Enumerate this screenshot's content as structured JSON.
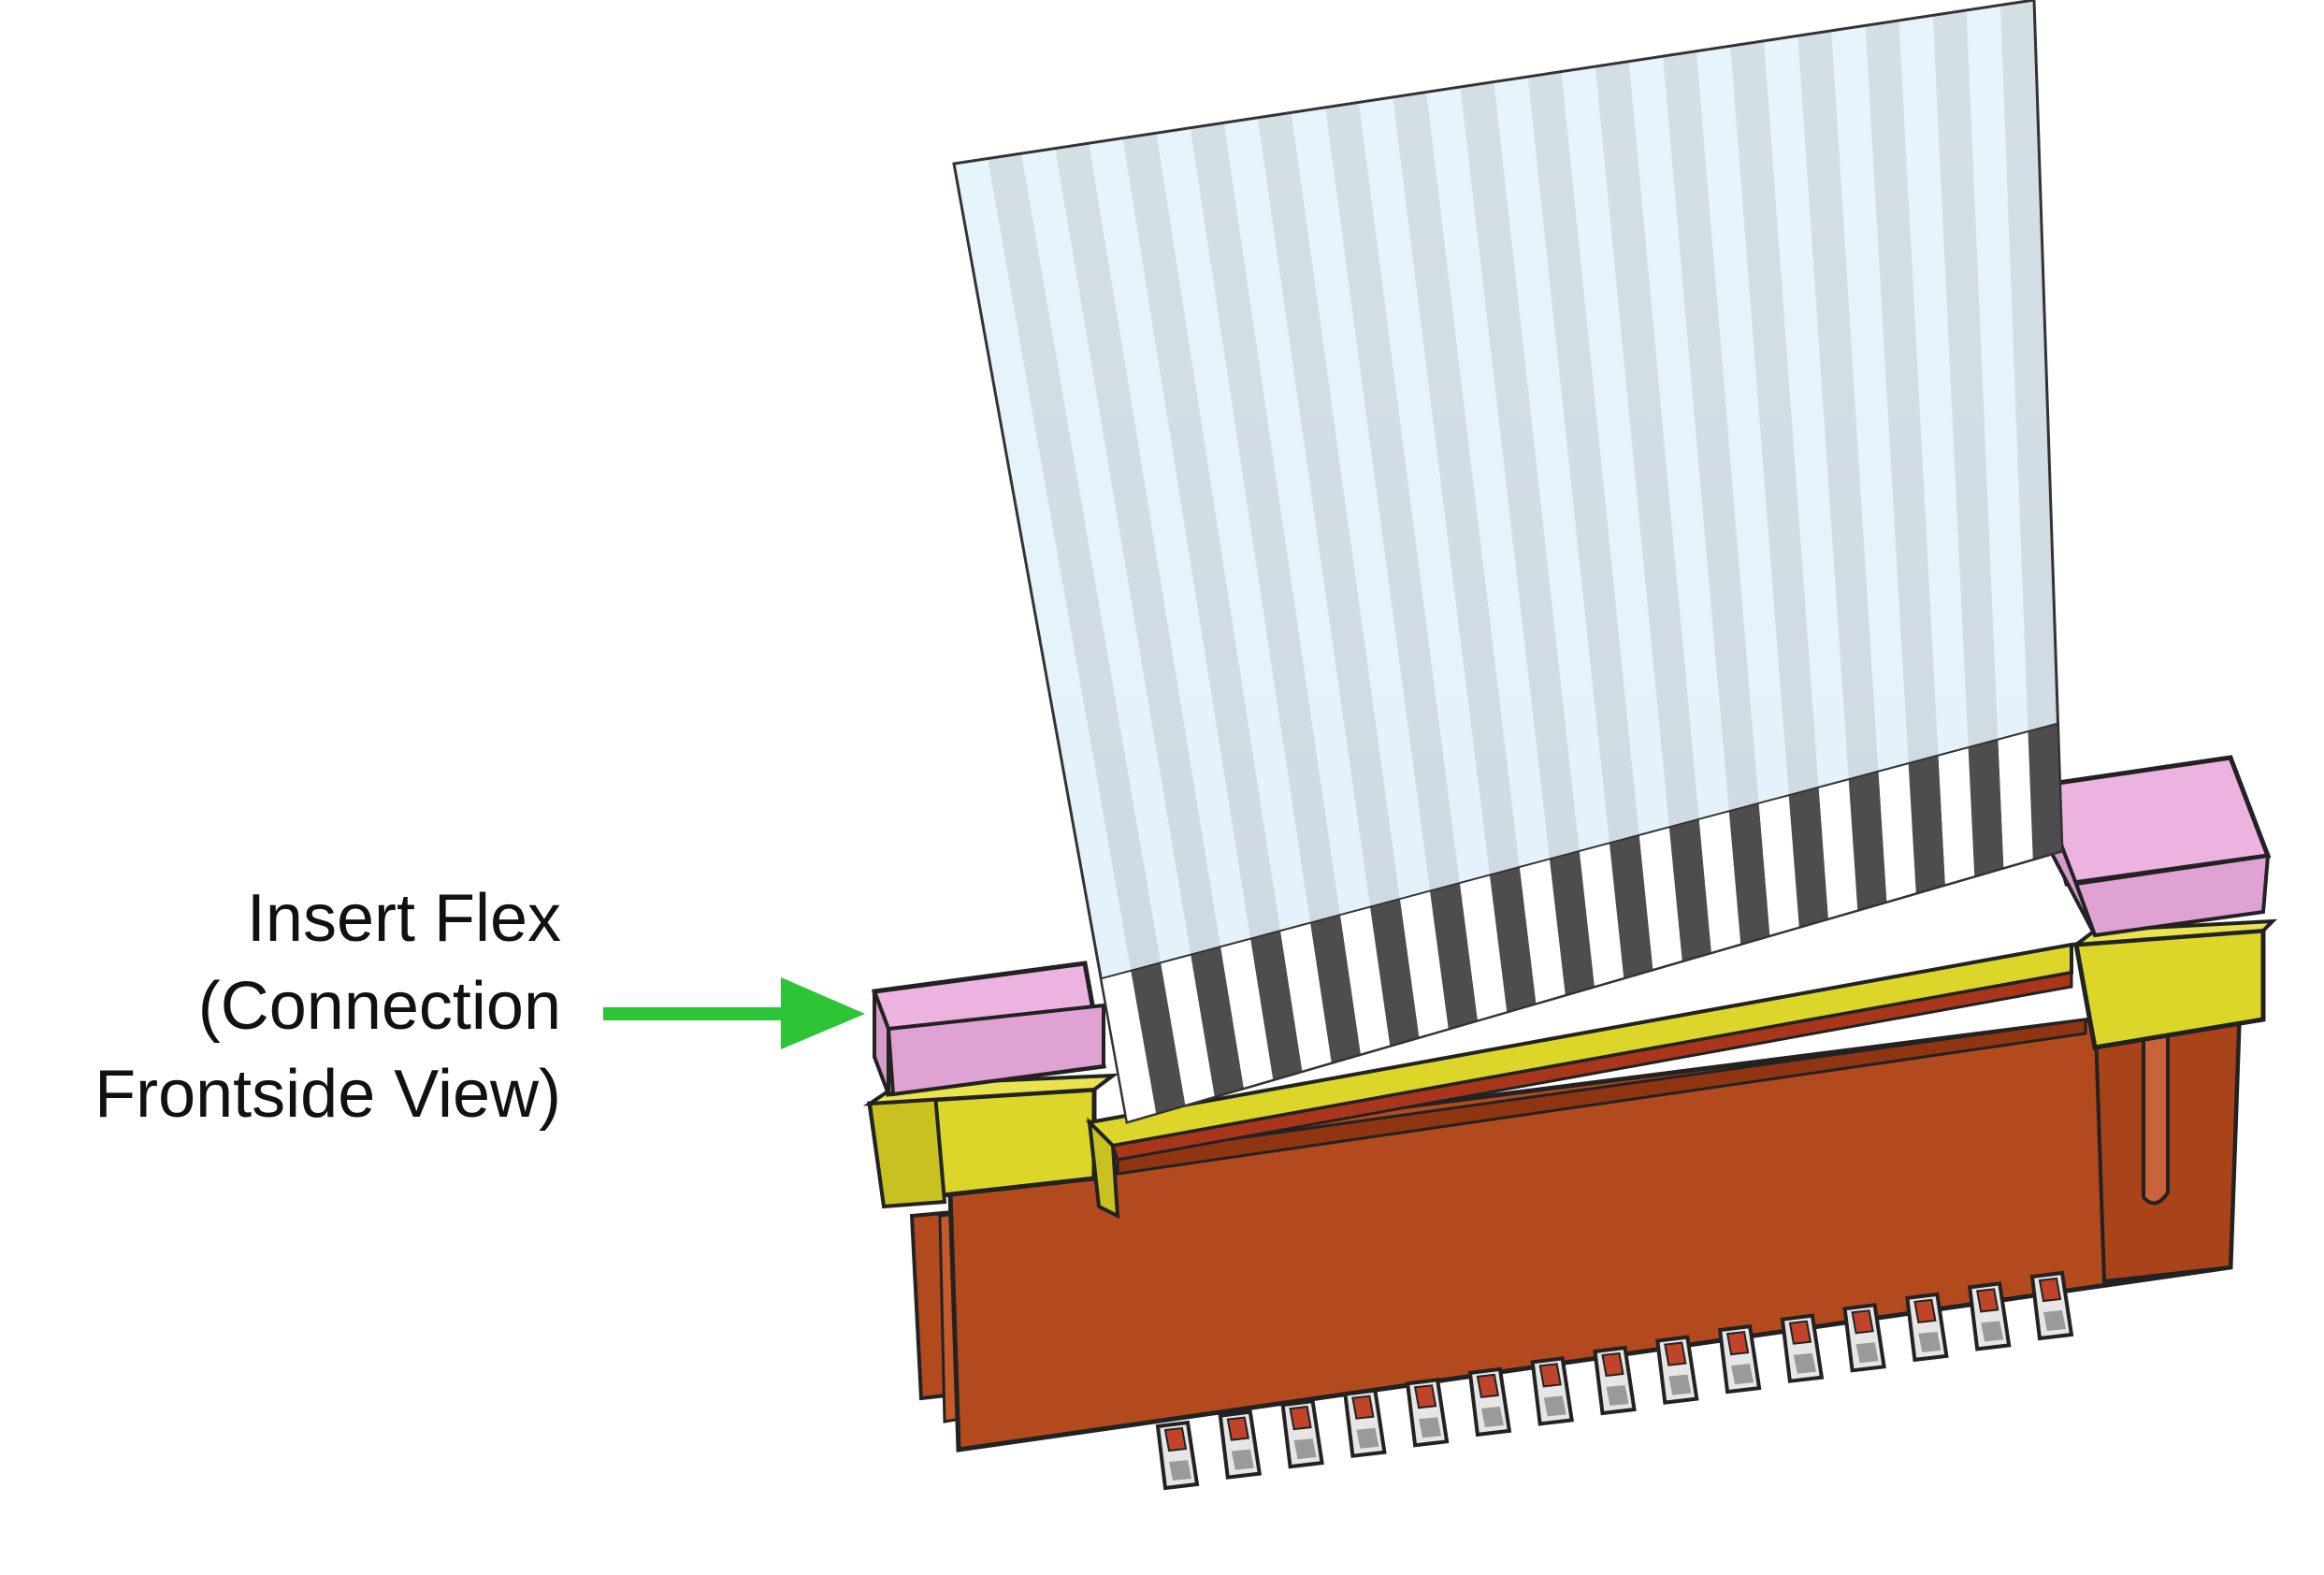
{
  "annotation": {
    "lines": [
      "Insert Flex",
      "(Connection",
      "Frontside View)"
    ],
    "arrow_color": "#2dc436",
    "text_color": "#111111"
  },
  "flex_cable": {
    "traces": 16,
    "film_light": "#e3f2fb",
    "film_dark": "#cdd9e1",
    "contact_dark": "#4d4d4d",
    "contact_light": "#ffffff"
  },
  "connector": {
    "housing_color": "#b34a1e",
    "actuator_color": "#dcd62a",
    "latch_color": "#ecb2e0",
    "pin_count": 15
  }
}
